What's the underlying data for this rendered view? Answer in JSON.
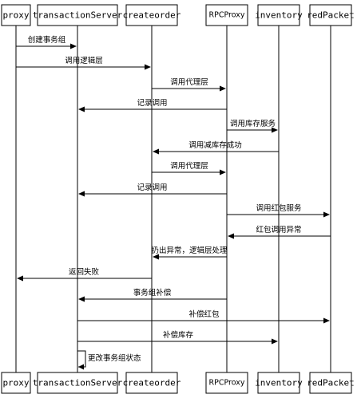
{
  "participants": [
    {
      "id": "proxy",
      "label": "proxy"
    },
    {
      "id": "transactionServer",
      "label": "transactionServer"
    },
    {
      "id": "createorder",
      "label": "createorder"
    },
    {
      "id": "RPCProxy",
      "label": "RPCProxy"
    },
    {
      "id": "inventory",
      "label": "inventory"
    },
    {
      "id": "redPacket",
      "label": "redPacket"
    }
  ],
  "messages": [
    {
      "from": "proxy",
      "to": "transactionServer",
      "label": "创建事务组"
    },
    {
      "from": "proxy",
      "to": "createorder",
      "label": "调用逻辑层"
    },
    {
      "from": "createorder",
      "to": "RPCProxy",
      "label": "调用代理层"
    },
    {
      "from": "RPCProxy",
      "to": "transactionServer",
      "label": "记录调用"
    },
    {
      "from": "RPCProxy",
      "to": "inventory",
      "label": "调用库存服务"
    },
    {
      "from": "inventory",
      "to": "createorder",
      "label": "调用减库存成功"
    },
    {
      "from": "createorder",
      "to": "RPCProxy",
      "label": "调用代理层"
    },
    {
      "from": "RPCProxy",
      "to": "transactionServer",
      "label": "记录调用"
    },
    {
      "from": "RPCProxy",
      "to": "redPacket",
      "label": "调用红包服务"
    },
    {
      "from": "redPacket",
      "to": "RPCProxy",
      "label": "红包调用异常"
    },
    {
      "from": "RPCProxy",
      "to": "createorder",
      "label": "扔出异常，逻辑层处理"
    },
    {
      "from": "createorder",
      "to": "proxy",
      "label": "返回失败"
    },
    {
      "from": "RPCProxy",
      "to": "transactionServer",
      "label": "事务组补偿"
    },
    {
      "from": "transactionServer",
      "to": "redPacket",
      "label": "补偿红包"
    },
    {
      "from": "transactionServer",
      "to": "inventory",
      "label": "补偿库存"
    },
    {
      "from": "transactionServer",
      "to": "transactionServer",
      "label": "更改事务组状态"
    }
  ]
}
